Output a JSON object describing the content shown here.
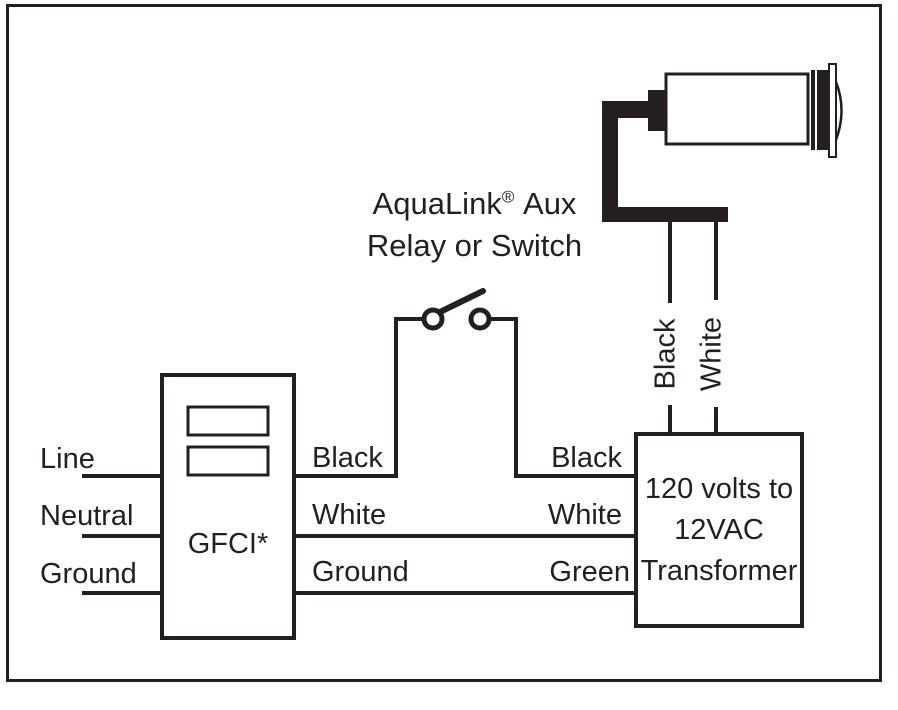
{
  "colors": {
    "ink": "#231f20",
    "paper": "#ffffff"
  },
  "relay_title": {
    "brand": "AquaLink",
    "reg_mark": "®",
    "suffix": "Aux",
    "line2": "Relay or Switch"
  },
  "supply": {
    "line": "Line",
    "neutral": "Neutral",
    "ground": "Ground"
  },
  "gfci": {
    "label": "GFCI*"
  },
  "gfci_out": {
    "black": "Black",
    "white": "White",
    "ground": "Ground"
  },
  "transformer_in": {
    "black": "Black",
    "white": "White",
    "green": "Green"
  },
  "transformer": {
    "line1": "120 volts to",
    "line2": "12VAC",
    "line3": "Transformer"
  },
  "fixture_wires": {
    "black": "Black",
    "white": "White"
  }
}
